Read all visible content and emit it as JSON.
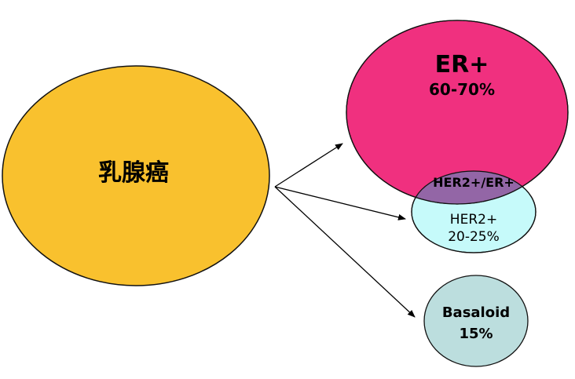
{
  "diagram": {
    "source": {
      "label": "乳腺癌",
      "color": "#f9c12e"
    },
    "er_plus": {
      "title": "ER+",
      "percent": "60-70%",
      "color": "#f0307f"
    },
    "her2": {
      "title": "HER2+",
      "percent": "20-25%",
      "color": "#c6fafa"
    },
    "overlap": {
      "label": "HER2+/ER+",
      "color": "#9366a6"
    },
    "basaloid": {
      "title": "Basaloid",
      "percent": "15%",
      "color": "#bcdede"
    },
    "arrow_color": "#000000",
    "outline_color": "#111111"
  }
}
